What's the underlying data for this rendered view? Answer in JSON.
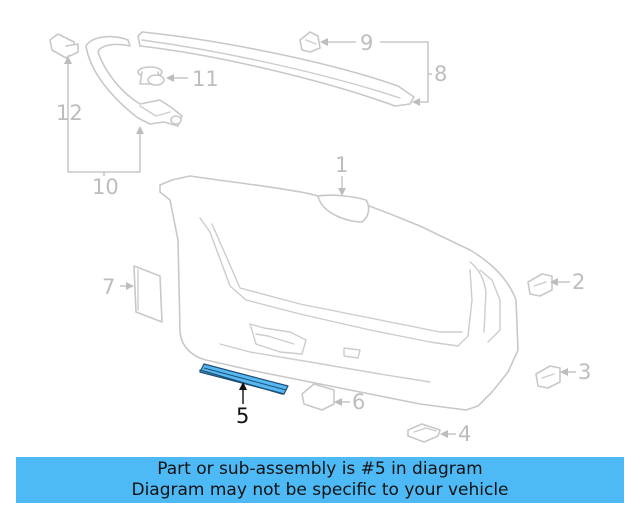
{
  "callouts": {
    "c1": "1",
    "c2": "2",
    "c3": "3",
    "c4": "4",
    "c5": "5",
    "c6": "6",
    "c7": "7",
    "c8": "8",
    "c9": "9",
    "c10": "10",
    "c11": "11",
    "c12": "12"
  },
  "highlighted_part": "5",
  "colors": {
    "highlight_fill": "#55b8f2",
    "banner_bg": "#4dbaf6",
    "line_gray": "#c8c8c8",
    "callout_gray": "#bdbdbd"
  },
  "banner": {
    "line1": "Part or sub-assembly is #5 in diagram",
    "line2": "Diagram may not be specific to your vehicle"
  }
}
